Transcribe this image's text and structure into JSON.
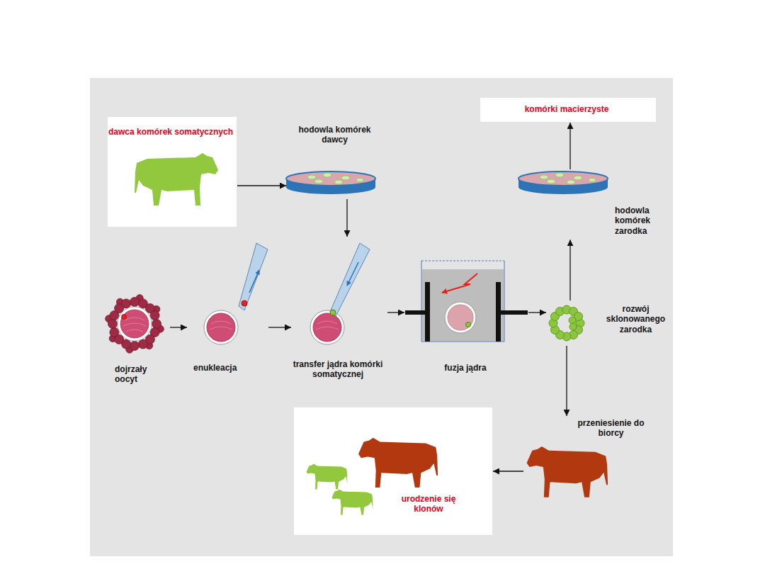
{
  "diagram": {
    "nodes": [
      {
        "text": [
          "dawca komórek somatycznych"
        ]
      },
      {
        "text": [
          "hodowla komórek dawcy"
        ]
      },
      {
        "text": [
          "komórki macierzyste"
        ]
      },
      {
        "text": [
          "hodowla komórek zarodka"
        ]
      },
      {
        "text": [
          "dojrzały oocyt"
        ]
      },
      {
        "text": [
          "enukleacja"
        ]
      },
      {
        "text": [
          "transfer jądra komórki somatycznej"
        ]
      },
      {
        "text": [
          "fuzja jądra"
        ]
      },
      {
        "text": [
          "rozwój sklonowanego zarodka"
        ]
      },
      {
        "text": [
          "przeniesienie do biorcy"
        ]
      },
      {
        "text": [
          "urodzenie się klonów"
        ]
      }
    ],
    "edges": [
      {
        "from": 0,
        "to": 1,
        "arrow": "to"
      },
      {
        "from": 1,
        "to": 6,
        "arrow": "to"
      },
      {
        "from": 4,
        "to": 5,
        "arrow": "to"
      },
      {
        "from": 5,
        "to": 6,
        "arrow": "to"
      },
      {
        "from": 6,
        "to": 7,
        "arrow": "to"
      },
      {
        "from": 7,
        "to": 8,
        "arrow": "to"
      },
      {
        "from": 8,
        "to": 3,
        "arrow": "to"
      },
      {
        "from": 3,
        "to": 2,
        "arrow": "to"
      },
      {
        "from": 8,
        "to": 9,
        "arrow": "to"
      },
      {
        "from": 9,
        "to": 10,
        "arrow": "to"
      }
    ]
  }
}
